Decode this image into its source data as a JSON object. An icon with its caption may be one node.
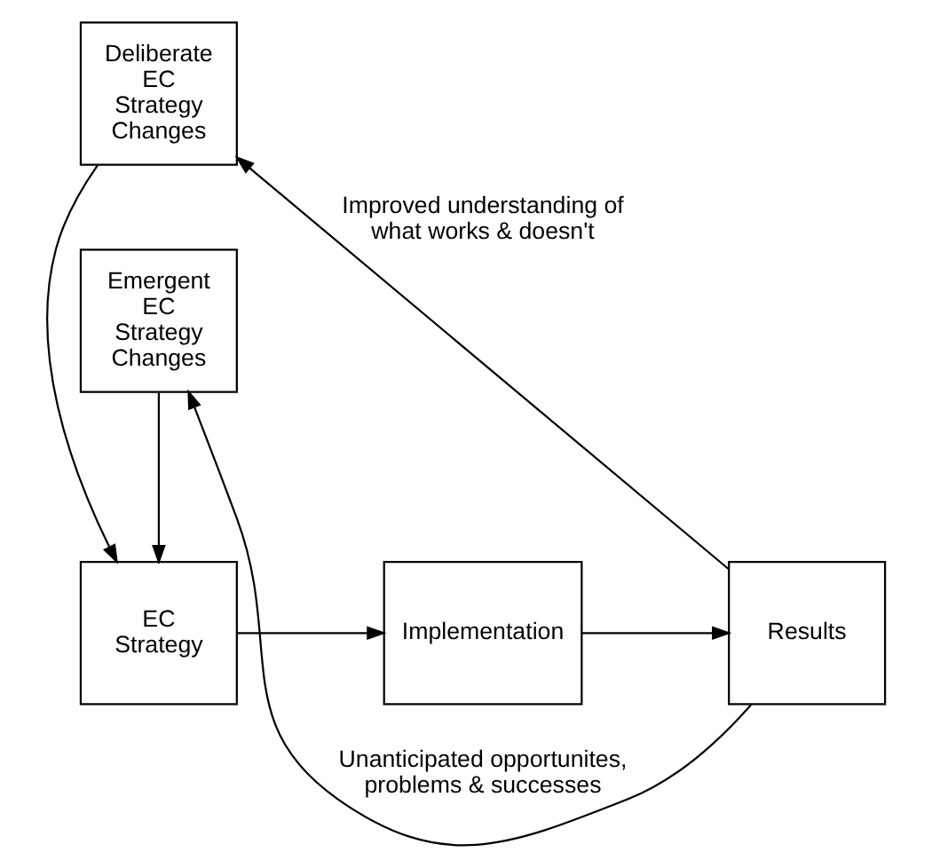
{
  "diagram": {
    "nodes": [
      {
        "text": [
          "Deliberate EC Strategy Changes"
        ]
      },
      {
        "text": [
          "EC Strategy"
        ]
      },
      {
        "text": [
          "Implementation"
        ]
      },
      {
        "text": [
          "Results"
        ]
      },
      {
        "text": [
          "Emergent EC Strategy Changes"
        ]
      }
    ],
    "edges": [
      {
        "from": 0,
        "to": 1,
        "arrow": "to"
      },
      {
        "from": 1,
        "to": 2,
        "arrow": "to"
      },
      {
        "from": 2,
        "to": 3,
        "arrow": "to"
      },
      {
        "from": 3,
        "to": 0,
        "arrow": "to",
        "label": "Improved understanding of what works & doesn't"
      },
      {
        "from": 4,
        "to": 1,
        "arrow": "to"
      },
      {
        "from": 3,
        "to": 4,
        "arrow": "to",
        "label": "Unanticipated opportunites, problems & successes"
      }
    ]
  }
}
